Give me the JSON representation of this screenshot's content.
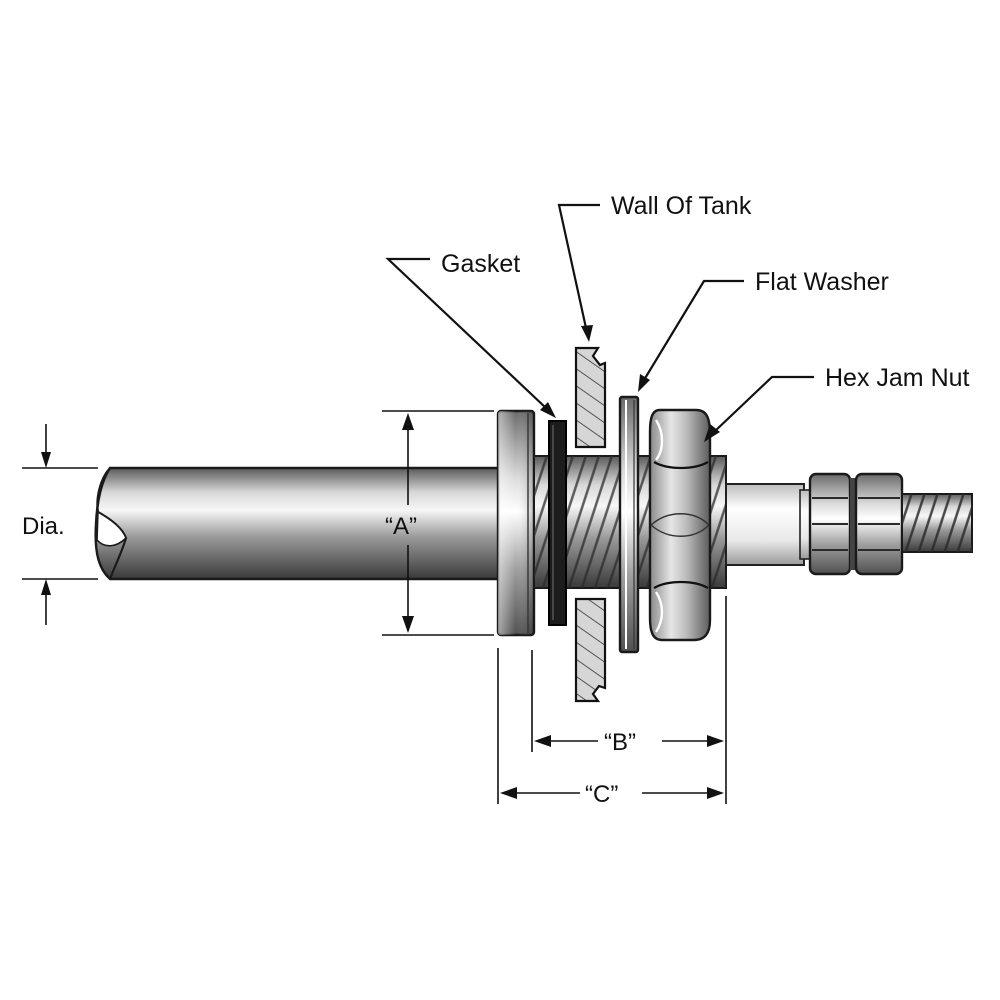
{
  "callouts": {
    "gasket": "Gasket",
    "wall_of_tank": "Wall Of Tank",
    "flat_washer": "Flat Washer",
    "hex_jam_nut": "Hex Jam Nut"
  },
  "dimensions": {
    "dia": "Dia.",
    "a": "“A”",
    "b": "“B”",
    "c": "“C”"
  },
  "colors": {
    "steel_dark": "#4a4a4a",
    "steel_light": "#f2f2f2",
    "gasket": "#1a1a1a",
    "wall_fill": "#d6d6d6",
    "line": "#111111"
  }
}
